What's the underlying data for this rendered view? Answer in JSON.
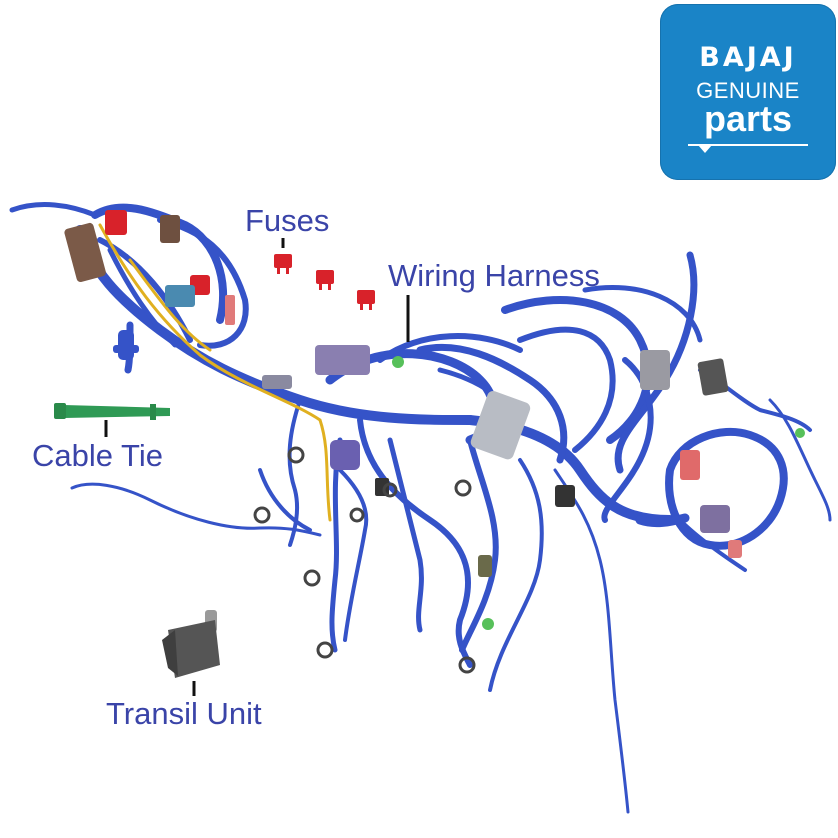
{
  "logo": {
    "brand": "BAJAJ",
    "line1": "GENUINE",
    "line2": "parts",
    "bg_color": "#1a84c7"
  },
  "labels": {
    "fuses": "Fuses",
    "wiring_harness": "Wiring Harness",
    "cable_tie": "Cable Tie",
    "transil_unit": "Transil Unit"
  },
  "colors": {
    "label_text": "#3a44a8",
    "harness_blue": "#3553c8",
    "fuse_red": "#d8222a",
    "cable_tie_green": "#2f9a55",
    "transil_gray": "#555555",
    "harness_yellow": "#e0b020"
  }
}
